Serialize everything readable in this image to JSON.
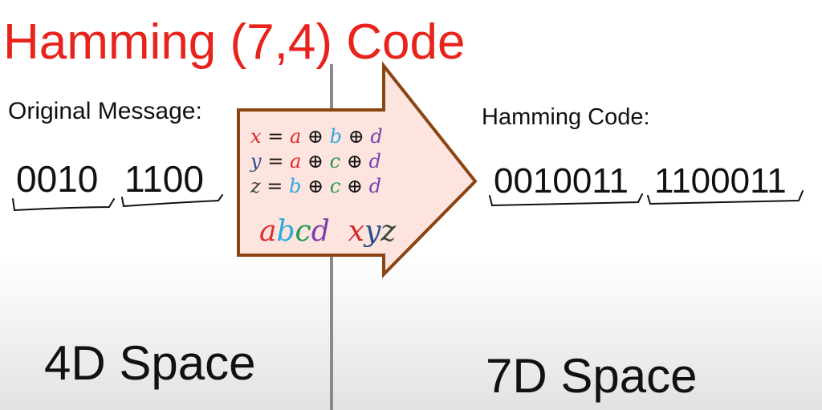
{
  "title": "Hamming (7,4) Code",
  "left": {
    "label": "Original Message:",
    "blocks": [
      "0010",
      "1100"
    ],
    "space_label": "4D Space"
  },
  "right": {
    "label": "Hamming Code:",
    "blocks": [
      "0010011",
      "1100011"
    ],
    "space_label": "7D Space"
  },
  "formulas": [
    {
      "lhs": "x",
      "eq": "=",
      "t1": "a",
      "op1": "⊕",
      "t2": "b",
      "op2": "⊕",
      "t3": "d"
    },
    {
      "lhs": "y",
      "eq": "=",
      "t1": "a",
      "op1": "⊕",
      "t2": "c",
      "op2": "⊕",
      "t3": "d"
    },
    {
      "lhs": "z",
      "eq": "=",
      "t1": "b",
      "op1": "⊕",
      "t2": "c",
      "op2": "⊕",
      "t3": "d"
    }
  ],
  "letters": {
    "a": "a",
    "b": "b",
    "c": "c",
    "d": "d",
    "x": "x",
    "y": "y",
    "z": "z"
  },
  "colors": {
    "title": "#e8231c",
    "a": "#e02b2b",
    "b": "#2fa8e0",
    "c": "#1f9a55",
    "d": "#7b3fb0",
    "x": "#d42a2a",
    "y": "#2a4f8a",
    "z": "#3c4a3c",
    "arrow_fill": "#fde4df",
    "arrow_stroke": "#8b4513"
  }
}
